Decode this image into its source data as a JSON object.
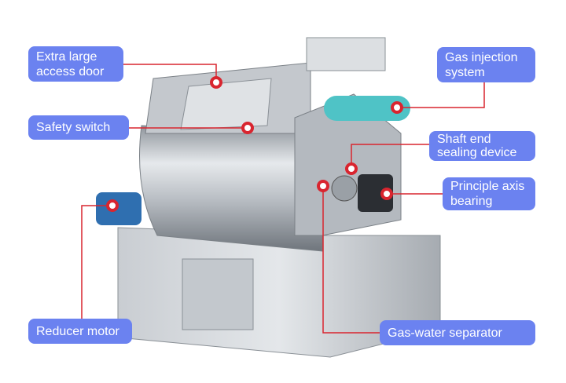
{
  "colors": {
    "label_bg": "#6b82f0",
    "callout": "#d9252f",
    "steel": "#b9bec4"
  },
  "callouts": {
    "access_door": "Extra large access door",
    "safety_switch": "Safety switch",
    "gas_injection": "Gas injection system",
    "shaft_seal": "Shaft end sealing device",
    "bearing": "Principle axis bearing",
    "reducer_motor": "Reducer motor",
    "separator": "Gas-water separator"
  }
}
